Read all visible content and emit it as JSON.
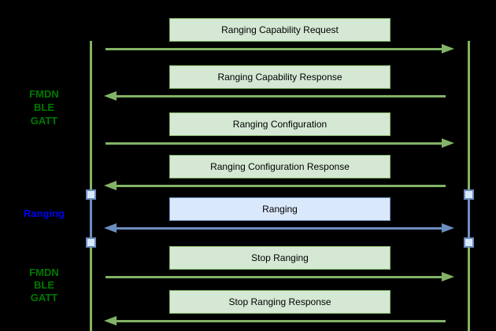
{
  "diagram_type": "sequence-diagram",
  "colors": {
    "background": "#000000",
    "green_box_fill": "#d5e8d4",
    "green_stroke": "#82b366",
    "blue_box_fill": "#dae8fc",
    "blue_stroke": "#6c8ebf",
    "phase_label_green": "#007800",
    "phase_label_blue": "#0000EE",
    "box_text": "#000000"
  },
  "side_labels": [
    {
      "lines": [
        "FMDN",
        "BLE",
        "GATT"
      ],
      "color_name": "green"
    },
    {
      "lines": [
        "Ranging"
      ],
      "color_name": "blue"
    },
    {
      "lines": [
        "FMDN",
        "BLE",
        "GATT"
      ],
      "color_name": "green"
    }
  ],
  "messages": [
    {
      "label": "Ranging Capability Request",
      "direction": "right",
      "theme": "green"
    },
    {
      "label": "Ranging Capability Response",
      "direction": "left",
      "theme": "green"
    },
    {
      "label": "Ranging Configuration",
      "direction": "right",
      "theme": "green"
    },
    {
      "label": "Ranging Configuration Response",
      "direction": "left",
      "theme": "green"
    },
    {
      "label": "Ranging",
      "direction": "both",
      "theme": "blue"
    },
    {
      "label": "Stop Ranging",
      "direction": "right",
      "theme": "green"
    },
    {
      "label": "Stop Ranging Response",
      "direction": "left",
      "theme": "green"
    }
  ]
}
